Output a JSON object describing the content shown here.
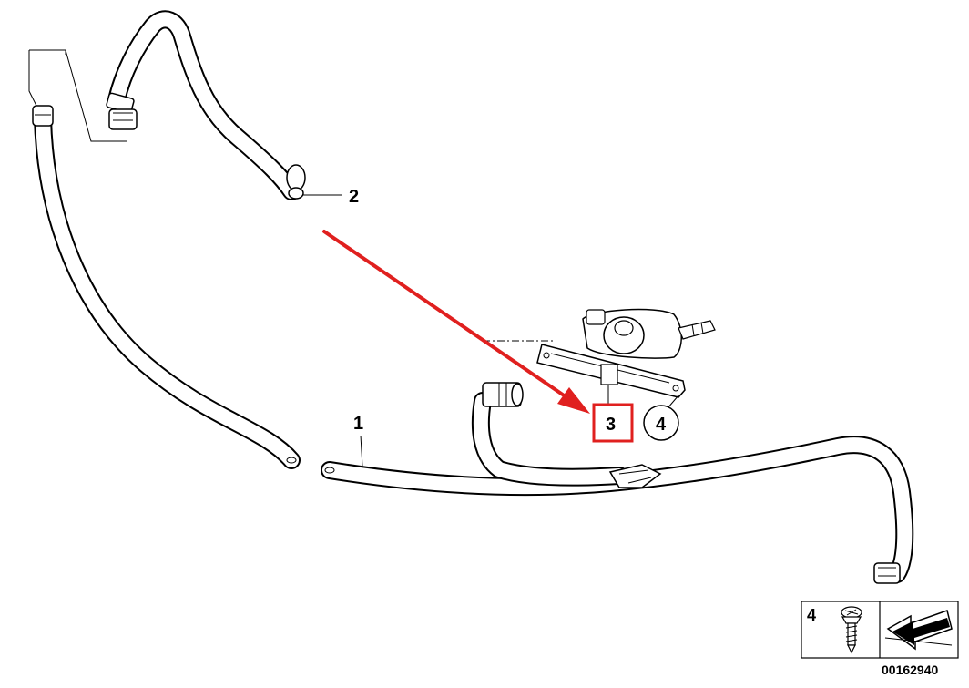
{
  "callouts": {
    "part_1": "1",
    "part_2": "2",
    "part_3": "3",
    "part_4": "4"
  },
  "legend": {
    "item_number": "4",
    "item_icon": "screw-icon",
    "direction_icon": "direction-arrow-icon"
  },
  "document_id": "00162940",
  "colors": {
    "highlight": "#e0201f",
    "line": "#000000",
    "background": "#ffffff"
  }
}
